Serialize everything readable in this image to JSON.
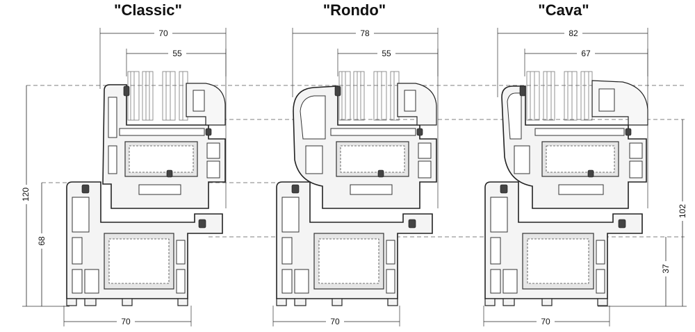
{
  "profiles": [
    {
      "title": "\"Classic\"",
      "top_total": "70",
      "top_glass": "55",
      "bottom": "70",
      "side_labels": [
        "120",
        "68"
      ]
    },
    {
      "title": "\"Rondo\"",
      "top_total": "78",
      "top_glass": "55",
      "bottom": "70",
      "side_labels": []
    },
    {
      "title": "\"Cava\"",
      "top_total": "82",
      "top_glass": "67",
      "bottom": "70",
      "side_labels": [
        "102",
        "37"
      ]
    }
  ]
}
